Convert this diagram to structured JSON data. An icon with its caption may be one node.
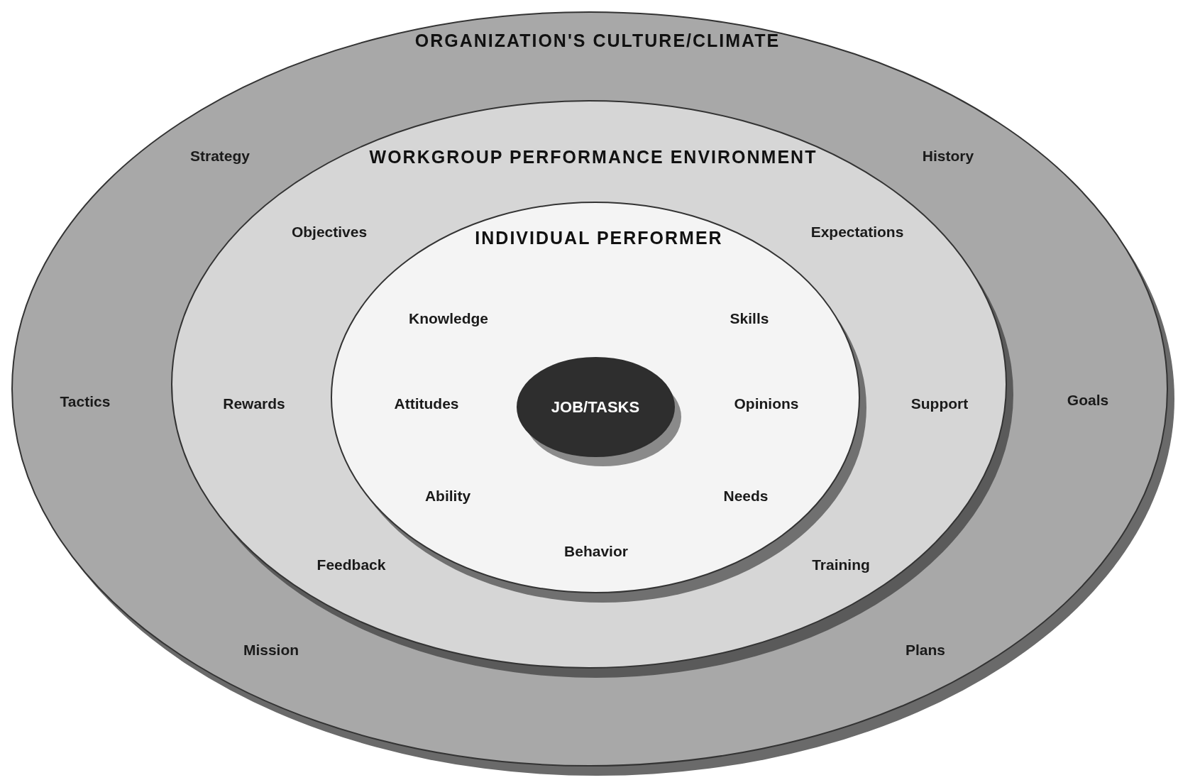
{
  "diagram": {
    "nodes": [
      {
        "text": [
          "ORGANIZATION'S CULTURE/CLIMATE",
          "Strategy",
          "History",
          "Tactics",
          "Goals",
          "Mission",
          "Plans"
        ]
      },
      {
        "text": [
          "WORKGROUP PERFORMANCE ENVIRONMENT",
          "Objectives",
          "Expectations",
          "Rewards",
          "Support",
          "Feedback",
          "Training"
        ],
        "in": 0
      },
      {
        "text": [
          "INDIVIDUAL PERFORMER",
          "Knowledge",
          "Skills",
          "Attitudes",
          "Opinions",
          "Ability",
          "Needs",
          "Behavior"
        ],
        "in": 1
      },
      {
        "text": [
          "JOB/TASKS"
        ],
        "in": 2
      }
    ]
  }
}
